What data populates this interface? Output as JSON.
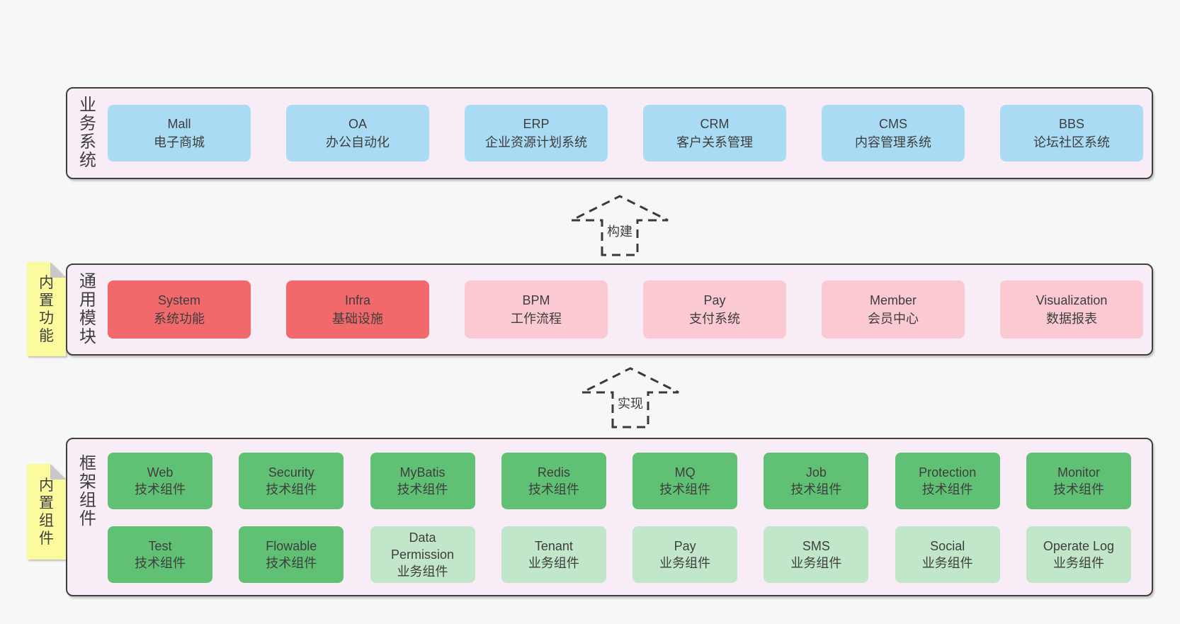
{
  "palette": {
    "background": "#f7f7f7",
    "panel_fill": "#f8edf6",
    "panel_border": "#3f3f3f",
    "blue": "#a9dbf4",
    "red": "#f2696c",
    "pink": "#fac9d2",
    "green": "#60c175",
    "green_light": "#c1e6c9",
    "yellow_note": "#fbfb9e",
    "note_fold": "#c9c9c9",
    "text": "#3e3e3e"
  },
  "sections": {
    "business": {
      "label": "业务系统",
      "boxes": [
        {
          "name": "Mall",
          "sub": "电子商城",
          "color": "blue"
        },
        {
          "name": "OA",
          "sub": "办公自动化",
          "color": "blue"
        },
        {
          "name": "ERP",
          "sub": "企业资源计划系统",
          "color": "blue"
        },
        {
          "name": "CRM",
          "sub": "客户关系管理",
          "color": "blue"
        },
        {
          "name": "CMS",
          "sub": "内容管理系统",
          "color": "blue"
        },
        {
          "name": "BBS",
          "sub": "论坛社区系统",
          "color": "blue"
        }
      ]
    },
    "modules": {
      "label": "通用模块",
      "note": "内置功能",
      "boxes": [
        {
          "name": "System",
          "sub": "系统功能",
          "color": "red"
        },
        {
          "name": "Infra",
          "sub": "基础设施",
          "color": "red"
        },
        {
          "name": "BPM",
          "sub": "工作流程",
          "color": "pink"
        },
        {
          "name": "Pay",
          "sub": "支付系统",
          "color": "pink"
        },
        {
          "name": "Member",
          "sub": "会员中心",
          "color": "pink"
        },
        {
          "name": "Visualization",
          "sub": "数据报表",
          "color": "pink"
        }
      ]
    },
    "framework": {
      "label": "框架组件",
      "note": "内置组件",
      "rows": [
        [
          {
            "name": "Web",
            "sub": "技术组件",
            "color": "green"
          },
          {
            "name": "Security",
            "sub": "技术组件",
            "color": "green"
          },
          {
            "name": "MyBatis",
            "sub": "技术组件",
            "color": "green"
          },
          {
            "name": "Redis",
            "sub": "技术组件",
            "color": "green"
          },
          {
            "name": "MQ",
            "sub": "技术组件",
            "color": "green"
          },
          {
            "name": "Job",
            "sub": "技术组件",
            "color": "green"
          },
          {
            "name": "Protection",
            "sub": "技术组件",
            "color": "green"
          },
          {
            "name": "Monitor",
            "sub": "技术组件",
            "color": "green"
          }
        ],
        [
          {
            "name": "Test",
            "sub": "技术组件",
            "color": "green"
          },
          {
            "name": "Flowable",
            "sub": "技术组件",
            "color": "green"
          },
          {
            "name": "Data\nPermission",
            "sub": "业务组件",
            "color": "green_light"
          },
          {
            "name": "Tenant",
            "sub": "业务组件",
            "color": "green_light"
          },
          {
            "name": "Pay",
            "sub": "业务组件",
            "color": "green_light"
          },
          {
            "name": "SMS",
            "sub": "业务组件",
            "color": "green_light"
          },
          {
            "name": "Social",
            "sub": "业务组件",
            "color": "green_light"
          },
          {
            "name": "Operate Log",
            "sub": "业务组件",
            "color": "green_light"
          }
        ]
      ]
    }
  },
  "arrows": [
    {
      "label": "构建"
    },
    {
      "label": "实现"
    }
  ]
}
